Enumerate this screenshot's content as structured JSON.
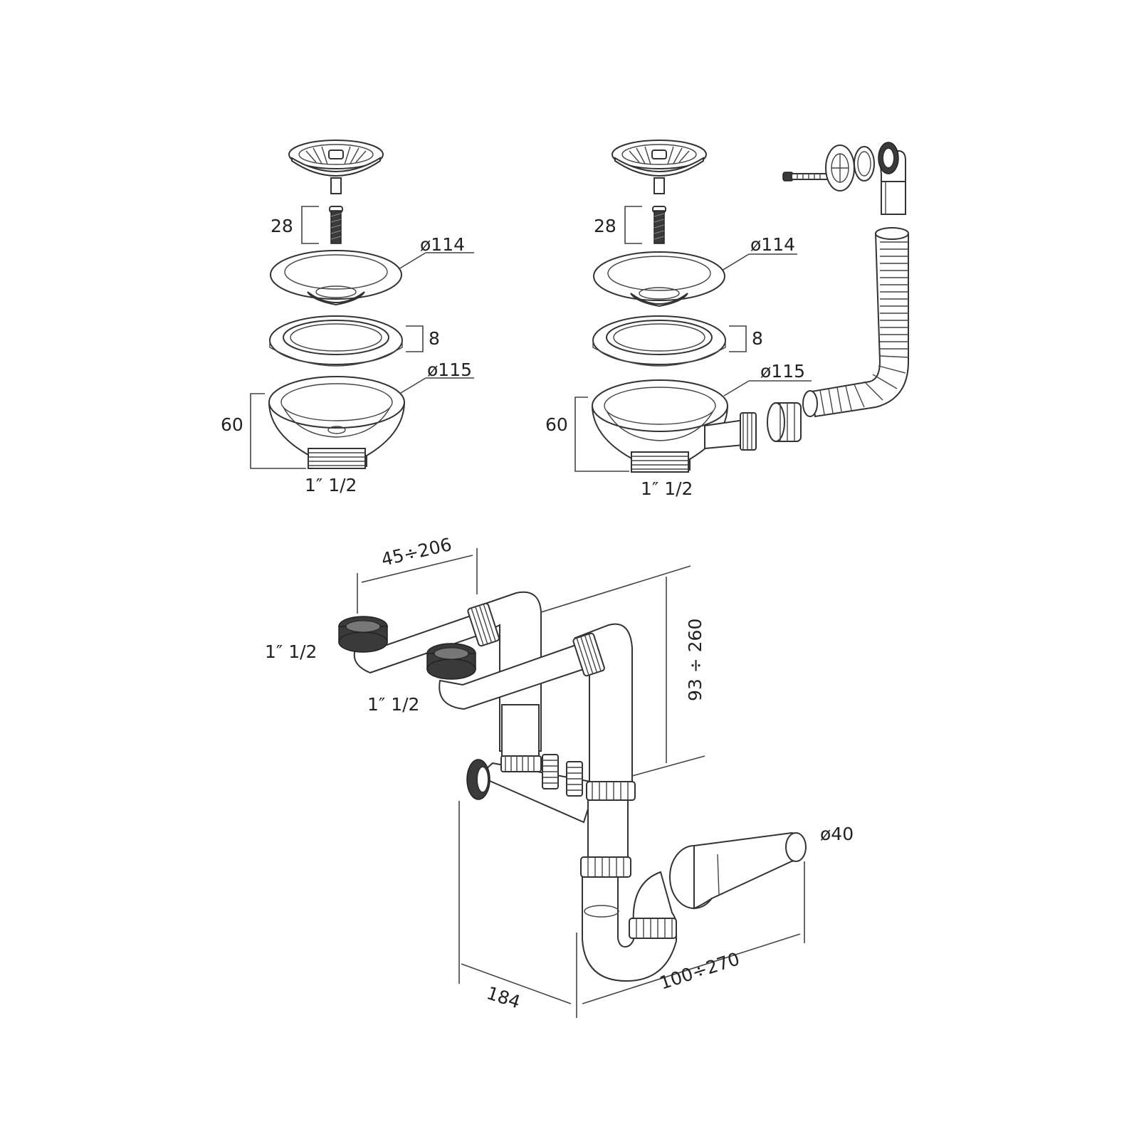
{
  "left_strainer": {
    "height_28": "28",
    "diameter_114": "ø114",
    "height_8": "8",
    "diameter_115": "ø115",
    "height_60": "60",
    "thread": "1″ 1/2"
  },
  "right_strainer": {
    "height_28": "28",
    "diameter_114": "ø114",
    "height_8": "8",
    "diameter_115": "ø115",
    "height_60": "60",
    "thread": "1″ 1/2"
  },
  "siphon": {
    "offset_range": "45÷206",
    "inlet_1": "1″ 1/2",
    "inlet_2": "1″ 1/2",
    "height_range": "93 ÷ 260",
    "outlet_diameter": "ø40",
    "depth": "184",
    "outlet_range": "100÷270"
  }
}
